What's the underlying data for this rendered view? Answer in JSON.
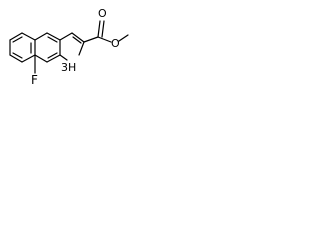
{
  "molecule": {
    "atoms": {
      "oxygen_carbonyl": "O",
      "oxygen_ester": "O",
      "fluorine": "F",
      "nitrogen_h": "3H"
    }
  },
  "colors": {
    "bond": "#000000",
    "background": "#ffffff",
    "text": "#000000"
  }
}
